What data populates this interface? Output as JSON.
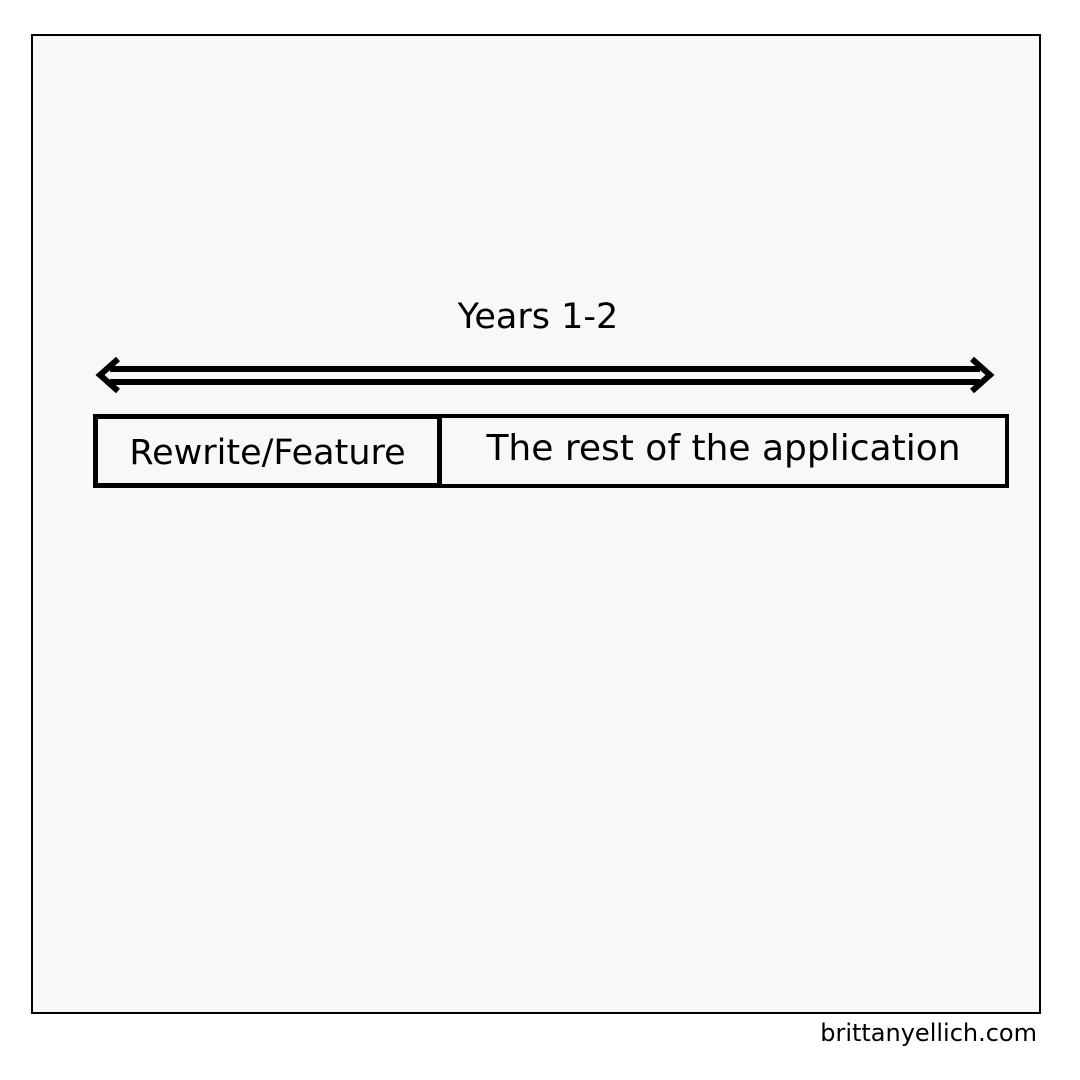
{
  "diagram": {
    "top_label": "Years 1-2",
    "segments": [
      {
        "label": "Rewrite/Feature"
      },
      {
        "label": "The rest of the application"
      }
    ]
  },
  "footer": {
    "credit": "brittanyellich.com"
  },
  "colors": {
    "panel_background": "#f8f8f8",
    "page_background": "#ffffff",
    "ink": "#000000"
  }
}
